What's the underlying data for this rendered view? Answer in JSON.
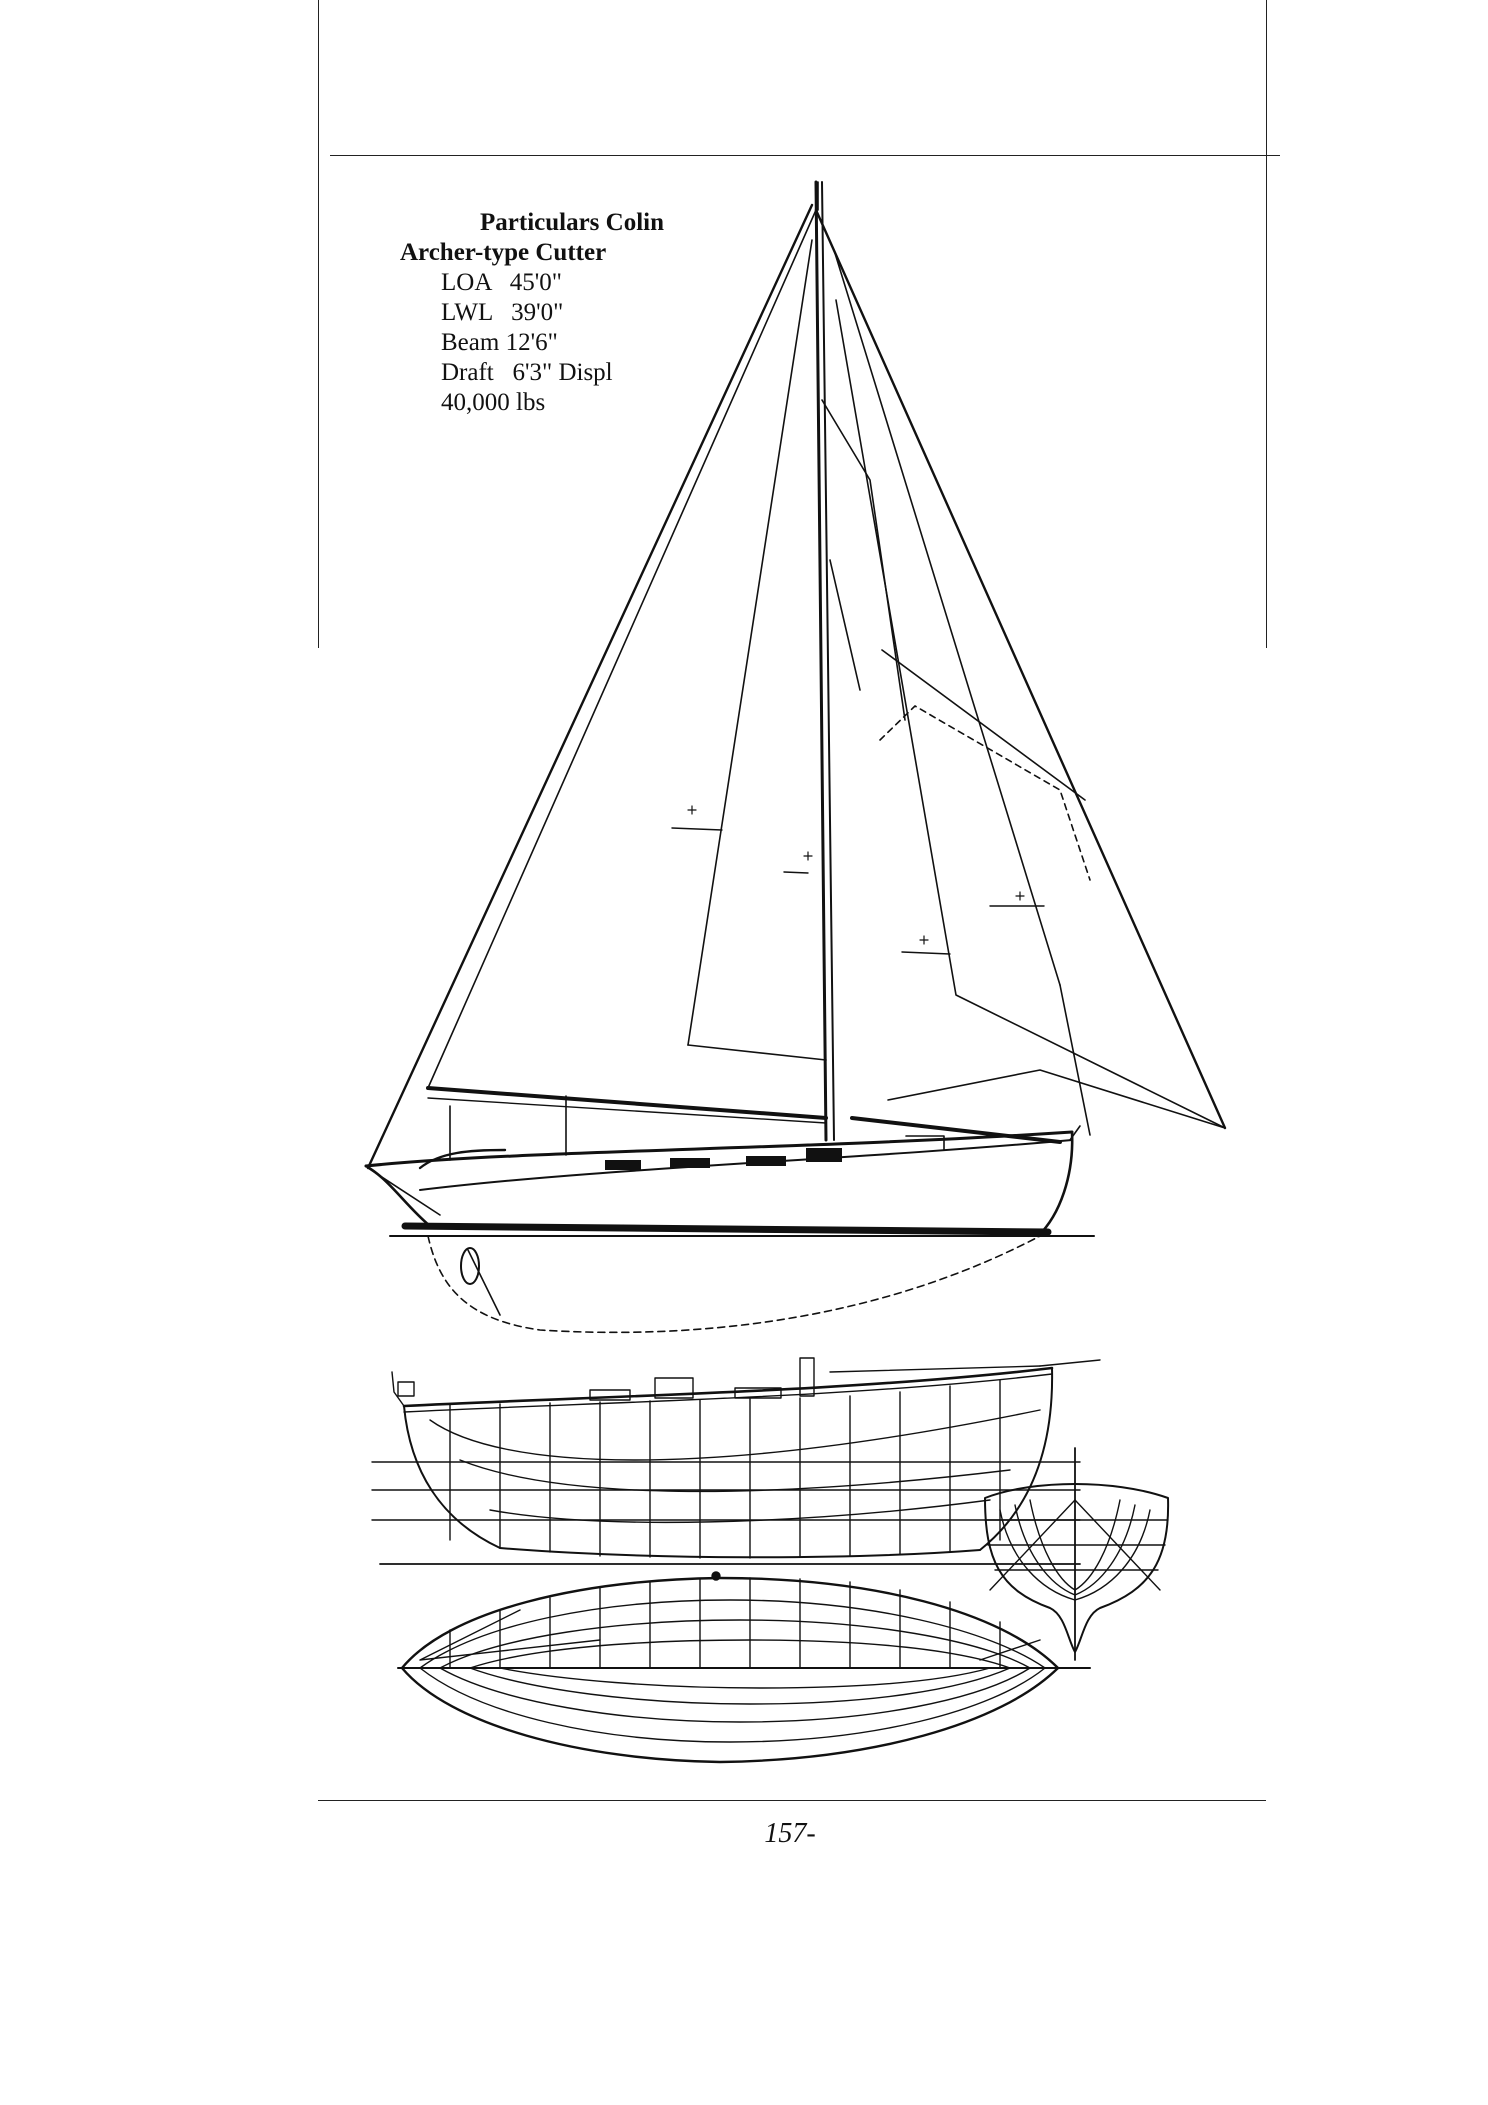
{
  "particulars": {
    "title_line1": "Particulars Colin",
    "title_line2": "Archer-type Cutter",
    "specs": [
      "LOA   45'0\"",
      "LWL   39'0\"",
      "Beam 12'6\"",
      "Draft   6'3\" Displ",
      "40,000 lbs"
    ]
  },
  "page_number": "157-",
  "drawing": {
    "subject": "sail-plan-and-lines-drawing",
    "views": [
      "sail-plan-profile",
      "lines-profile",
      "half-breadth-plan",
      "body-plan"
    ]
  }
}
